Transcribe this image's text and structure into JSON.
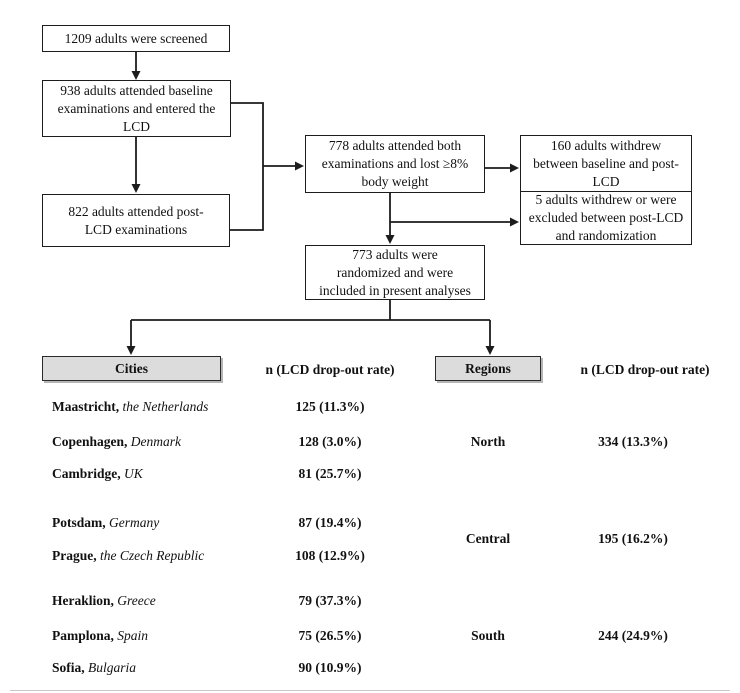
{
  "figure": {
    "boxes": {
      "screened": {
        "lines": [
          "1209 adults were screened"
        ]
      },
      "baseline": {
        "lines": [
          "938 adults attended baseline",
          "examinations and entered the",
          "LCD"
        ]
      },
      "post_lcd": {
        "lines": [
          "822 adults attended post-",
          "LCD examinations"
        ]
      },
      "both_exams": {
        "lines": [
          "778 adults attended both",
          "examinations and lost ≥8%",
          "body weight"
        ]
      },
      "withdrew_lcd": {
        "lines": [
          "160 adults withdrew",
          "between baseline and post-",
          "LCD"
        ]
      },
      "withdrew_rand": {
        "lines": [
          "5 adults withdrew or were",
          "excluded between post-LCD",
          "and randomization"
        ]
      },
      "randomized": {
        "lines": [
          "773 adults were",
          "randomized and were",
          "included in present analyses"
        ]
      }
    },
    "table": {
      "cities_header": "Cities",
      "regions_header": "Regions",
      "city_n_header": "n (LCD drop-out rate)",
      "region_n_header": "n (LCD drop-out rate)",
      "cities": [
        {
          "city": "Maastricht,",
          "country": "the Netherlands",
          "value": "125 (11.3%)"
        },
        {
          "city": "Copenhagen,",
          "country": "Denmark",
          "value": "128 (3.0%)"
        },
        {
          "city": "Cambridge,",
          "country": "UK",
          "value": "81 (25.7%)"
        },
        {
          "city": "Potsdam,",
          "country": "Germany",
          "value": "87 (19.4%)"
        },
        {
          "city": "Prague,",
          "country": "the Czech Republic",
          "value": "108 (12.9%)"
        },
        {
          "city": "Heraklion,",
          "country": "Greece",
          "value": "79 (37.3%)"
        },
        {
          "city": "Pamplona,",
          "country": "Spain",
          "value": "75 (26.5%)"
        },
        {
          "city": "Sofia,",
          "country": "Bulgaria",
          "value": "90 (10.9%)"
        }
      ],
      "regions": [
        {
          "region": "North",
          "value": "334 (13.3%)"
        },
        {
          "region": "Central",
          "value": "195 (16.2%)"
        },
        {
          "region": "South",
          "value": "244 (24.9%)"
        }
      ]
    },
    "colors": {
      "line": "#1c1c1c",
      "header_fill": "#dcdcdc"
    }
  }
}
